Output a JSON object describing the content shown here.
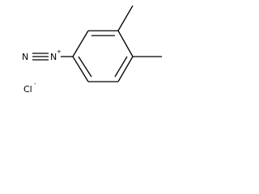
{
  "molecule": {
    "atoms": {
      "diazonium_terminal": "N",
      "diazonium_inner": "N",
      "diazonium_charge": "+",
      "counter_ion": "Cl",
      "counter_ion_charge": "-"
    }
  }
}
